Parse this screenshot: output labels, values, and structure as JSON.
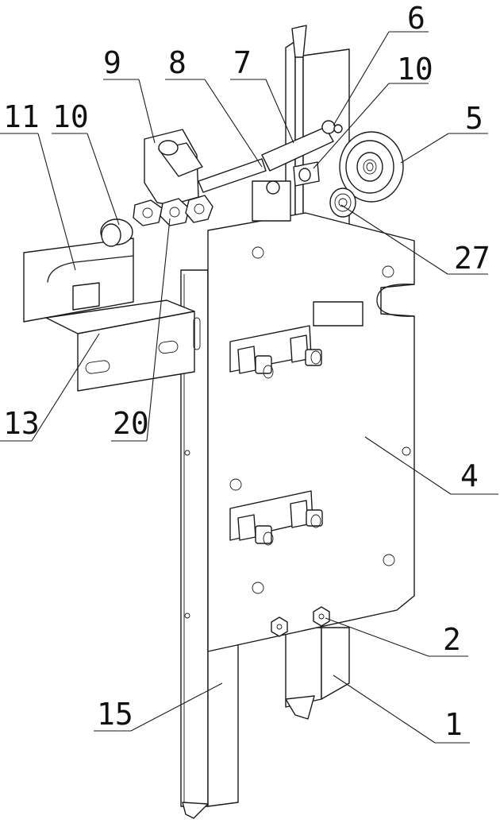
{
  "labels": {
    "p1": "1",
    "p2": "2",
    "p4": "4",
    "p5": "5",
    "p6": "6",
    "p7": "7",
    "p8": "8",
    "p9": "9",
    "p10a": "10",
    "p10b": "10",
    "p11": "11",
    "p13": "13",
    "p15": "15",
    "p20": "20",
    "p27": "27"
  }
}
